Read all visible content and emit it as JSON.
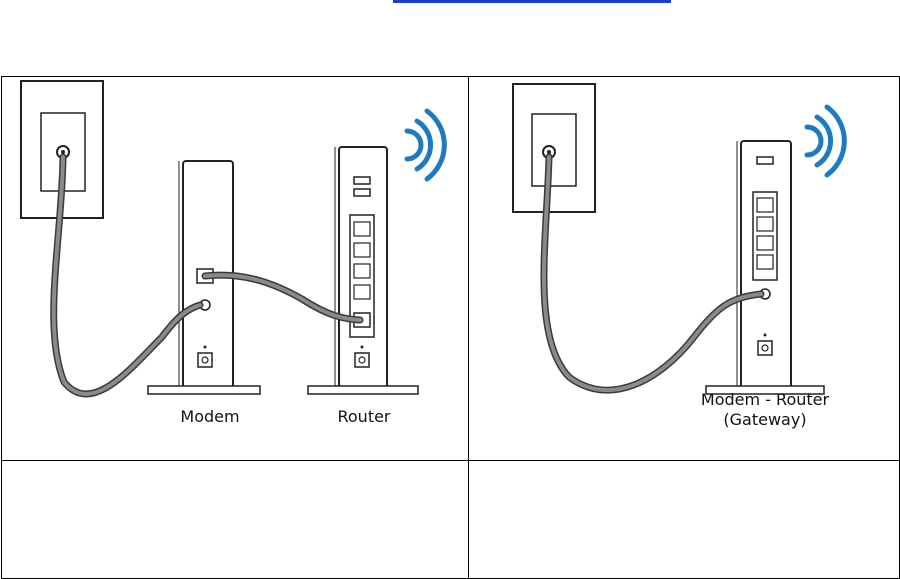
{
  "diagram_left": {
    "labels": {
      "modem": "Modem",
      "router": "Router"
    }
  },
  "diagram_right": {
    "labels": {
      "gateway_line1": "Modem - Router",
      "gateway_line2": "(Gateway)"
    }
  },
  "colors": {
    "wifi_arc": "#1f7bc1",
    "cable": "#8a8a8a",
    "cable_outline": "#3a3a3a",
    "device_outline": "#222222",
    "link_underline": "#1a3fd0"
  },
  "icons": [
    "wall-outlet-icon",
    "coax-jack-icon",
    "ethernet-port-icon",
    "usb-port-icon",
    "power-jack-icon",
    "wifi-signal-icon"
  ]
}
